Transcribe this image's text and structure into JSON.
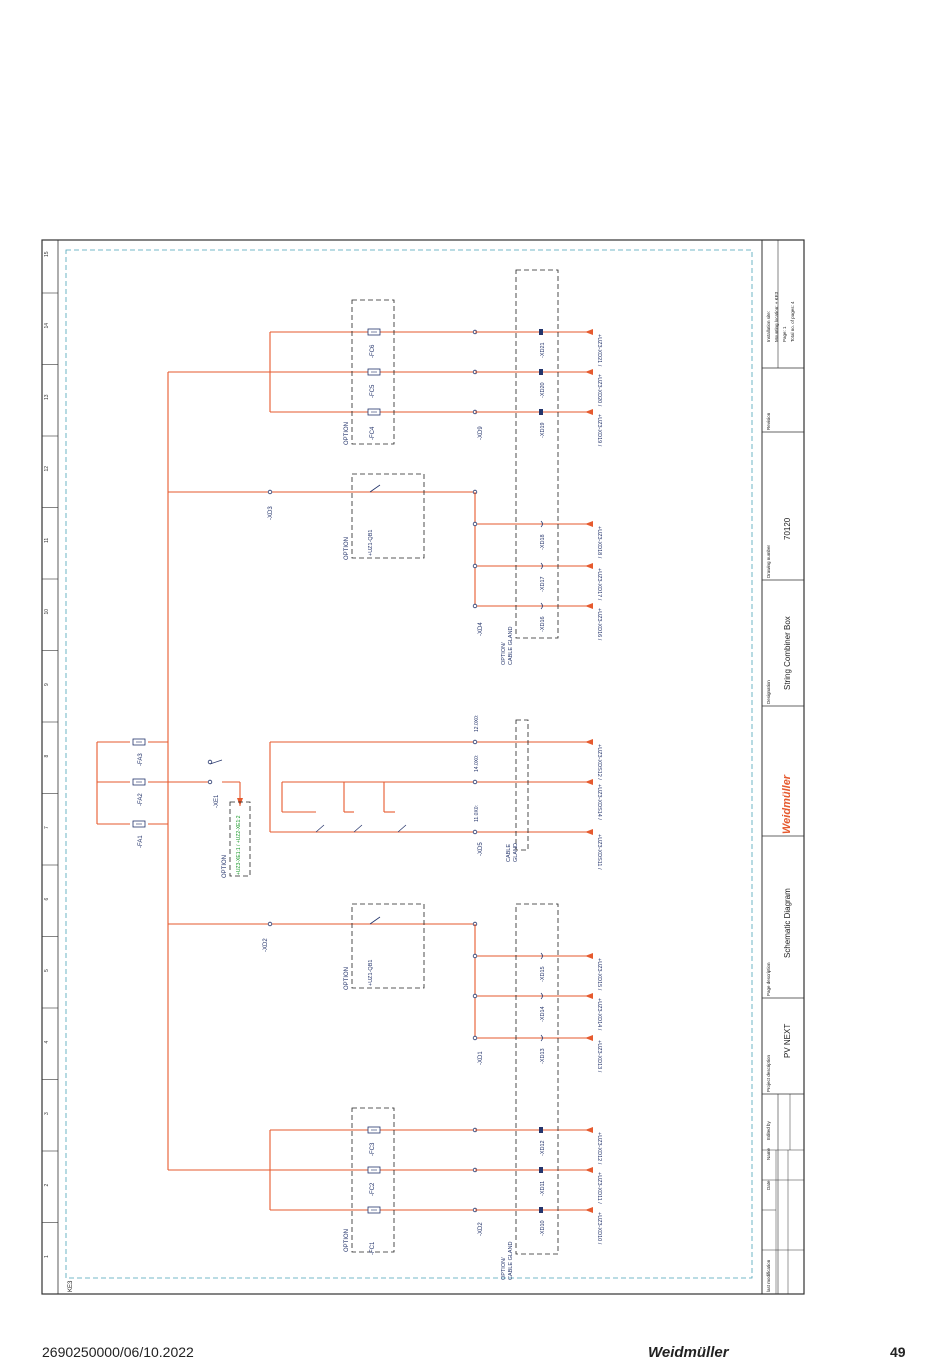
{
  "footer": {
    "doc_number": "2690250000/06/10.2022",
    "brand": "Weidmüller",
    "page": "49"
  },
  "colors": {
    "wire": "#e65a2e",
    "label": "#24346b",
    "green": "#1a9a2a",
    "frame": "#333333",
    "dashed": "#4aa3b8"
  },
  "title_block": {
    "last_modification": "last modification",
    "date": "Date",
    "name": "Name",
    "edited_by": "Edited by",
    "project_description_label": "Project description",
    "project": "PV NEXT",
    "page_description_label": "Page description",
    "page_description": "Schematic Diagram",
    "designation_label": "Designation",
    "designation": "String Combiner Box",
    "drawing_number_label": "Drawing number",
    "drawing_number": "70120",
    "revision_label": "Revision",
    "installation_site": "Installation site:",
    "mounting_location": "Mounting location: + KE3",
    "page_label": "Page: 1",
    "total_pages": "Total no. of pages: 4",
    "brand": "Weidmüller",
    "frame_label": "KE3"
  },
  "grid": {
    "numbers": [
      "1",
      "2",
      "3",
      "4",
      "5",
      "6",
      "7",
      "8",
      "9",
      "10",
      "11",
      "12",
      "13",
      "14",
      "15"
    ]
  },
  "labels": {
    "option": "OPTION",
    "option_cable_gland": "OPTION/\nCABLE GLAND",
    "cable_gland": "CABLE\nGLAND",
    "fa1": "-FA1",
    "fa2": "-FA2",
    "fa3": "-FA3",
    "fc1": "-FC1",
    "fc2": "-FC2",
    "fc3": "-FC3",
    "fc4": "-FC4",
    "fc5": "-FC5",
    "fc6": "-FC6",
    "qb1": "+UZ1-QB1",
    "qb2": "+UZ1-QB1",
    "xe1": "-XE1",
    "xe_opt": "+UZ3-XE1:1 / +UZ2-XE1:2",
    "xd1": "-XD1",
    "xd2": "-XD2",
    "xd3": "-XD3",
    "xd4": "-XD4",
    "xd5": "-XD5",
    "xd9": "-XD9",
    "t_xd10": "+UZ3-XD10 /",
    "t_xd11": "+UZ3-XD11 /",
    "t_xd12": "+UZ3-XD12 /",
    "t_xd13": "+UZ3-XD13 /",
    "t_xd14": "+UZ3-XD14 /",
    "t_xd15": "+UZ3-XD15 /",
    "t_xd16": "+UZ3-XD16 /",
    "t_xd17": "+UZ3-XD17 /",
    "t_xd18": "+UZ3-XD18 /",
    "t_xd19": "+UZ3-XD19 /",
    "t_xd20": "+UZ3-XD20 /",
    "t_xd21": "+UZ3-XD21 /",
    "t_xds11": "+UZ3-XDS11 /",
    "t_xds14": "+UZ3-XDS14 /",
    "t_xds12": "+UZ3-XDS12 /",
    "d_xd10": "-XD10",
    "d_xd11": "-XD11",
    "d_xd12": "-XD12",
    "d_xd13": "-XD13",
    "d_xd14": "-XD14",
    "d_xd15": "-XD15",
    "d_xd16": "-XD16",
    "d_xd17": "-XD17",
    "d_xd18": "-XD18",
    "d_xd19": "-XD19",
    "d_xd20": "-XD20",
    "d_xd21": "-XD21",
    "xd5_11": "11.0X0:",
    "xd5_14": "14.0X0:",
    "xd5_12": "12.0X0:"
  }
}
